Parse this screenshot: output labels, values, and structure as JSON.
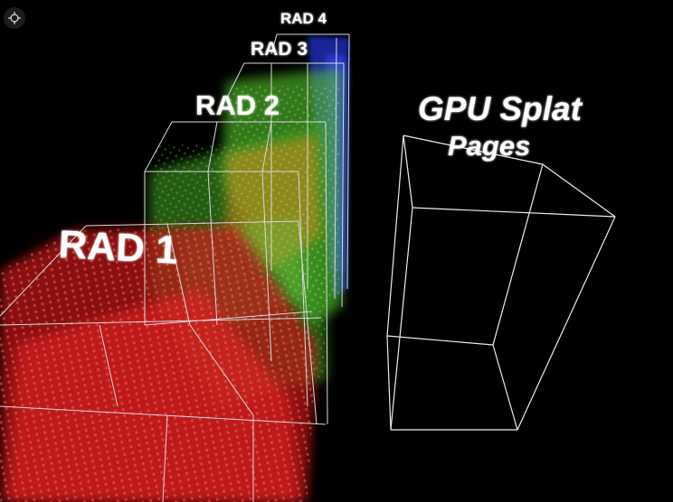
{
  "labels": {
    "rad1": "RAD 1",
    "rad2": "RAD 2",
    "rad3": "RAD 3",
    "rad4": "RAD 4",
    "gpu_line1": "GPU Splat",
    "gpu_line2": "Pages"
  },
  "toolbar": {
    "recenter_icon": "crosshair-icon"
  },
  "colors": {
    "rad1": "#d61a1a",
    "rad2": "#4fb82a",
    "rad2_warm": "#d98a1e",
    "rad3": "#6fd23a",
    "rad4": "#2a3bd8",
    "wireframe": "#d9d9d9",
    "background": "#000000"
  }
}
